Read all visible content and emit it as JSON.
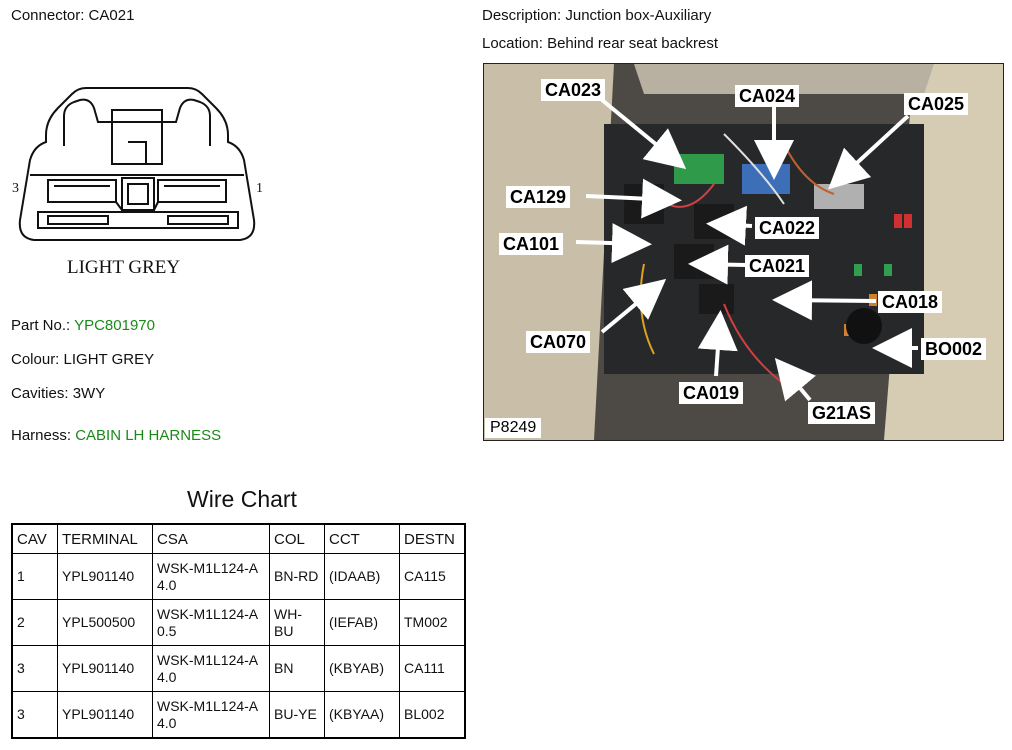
{
  "connector": {
    "label": "Connector:",
    "id": "CA021"
  },
  "description": {
    "label": "Description:",
    "value": "Junction box-Auxiliary"
  },
  "location": {
    "label": "Location:",
    "value": "Behind rear seat backrest"
  },
  "drawing": {
    "left_cavity": "3",
    "right_cavity": "1",
    "colour_caption": "LIGHT GREY"
  },
  "details": {
    "part_no_label": "Part No.:",
    "part_no": "YPC801970",
    "colour_label": "Colour:",
    "colour": "LIGHT GREY",
    "cavities_label": "Cavities:",
    "cavities": "3WY",
    "harness_label": "Harness:",
    "harness": "CABIN LH HARNESS"
  },
  "photo": {
    "id": "P8249",
    "callouts": [
      "CA023",
      "CA024",
      "CA025",
      "CA129",
      "CA022",
      "CA101",
      "CA021",
      "CA018",
      "CA070",
      "BO002",
      "CA019",
      "G21AS"
    ]
  },
  "wire_chart": {
    "title": "Wire Chart",
    "headers": [
      "CAV",
      "TERMINAL",
      "CSA",
      "COL",
      "CCT",
      "DESTN"
    ],
    "rows": [
      [
        "1",
        "YPL901140",
        "WSK-M1L124-A 4.0",
        "BN-RD",
        "(IDAAB)",
        "CA115"
      ],
      [
        "2",
        "YPL500500",
        "WSK-M1L124-A 0.5",
        "WH-BU",
        "(IEFAB)",
        "TM002"
      ],
      [
        "3",
        "YPL901140",
        "WSK-M1L124-A 4.0",
        "BN",
        "(KBYAB)",
        "CA111"
      ],
      [
        "3",
        "YPL901140",
        "WSK-M1L124-A 4.0",
        "BU-YE",
        "(KBYAA)",
        "BL002"
      ]
    ]
  },
  "colors": {
    "green_text": "#1a8a1a"
  }
}
